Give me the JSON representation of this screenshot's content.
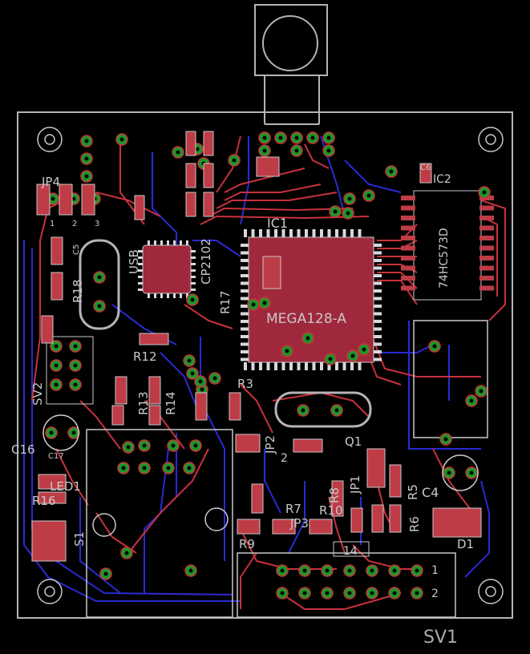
{
  "colors": {
    "background": "#000000",
    "outline": "#b4b4b4",
    "top_copper": "#c8323c",
    "bottom_copper": "#2a2ad2",
    "pad": "#1e9628",
    "via": "#1e9628",
    "silk": "#c8c8c8",
    "chip_fill": "#a0283c",
    "smd_pad": "#be3c46"
  },
  "labels": {
    "mega": "MEGA128-A",
    "ic1": "IC1",
    "ic2": "IC2",
    "ic2_part": "74HC573D",
    "cp2102": "CP2102",
    "usb": "USB",
    "jp4": "JP4",
    "jp4_pin1": "1",
    "jp4_pin2": "2",
    "jp4_pin3": "3",
    "r12": "R12",
    "r13": "R13",
    "r14": "R14",
    "r17": "R17",
    "r18": "R18",
    "r3": "R3",
    "r5": "R5",
    "r6": "R6",
    "r7": "R7",
    "r8": "R8",
    "r9": "R9",
    "r10": "R10",
    "r16": "R16",
    "c4": "C4",
    "c5": "C5",
    "c6": "C6",
    "c16": "C16",
    "c17": "C17",
    "led1": "LED1",
    "sv1": "SV1",
    "sv2": "SV2",
    "s1": "S1",
    "jp1": "JP1",
    "jp2": "JP2",
    "jp3": "JP3",
    "q1": "Q1",
    "d1": "D1",
    "pin14": "14",
    "pin1": "1",
    "pin2": "2",
    "pin2b": "2"
  }
}
